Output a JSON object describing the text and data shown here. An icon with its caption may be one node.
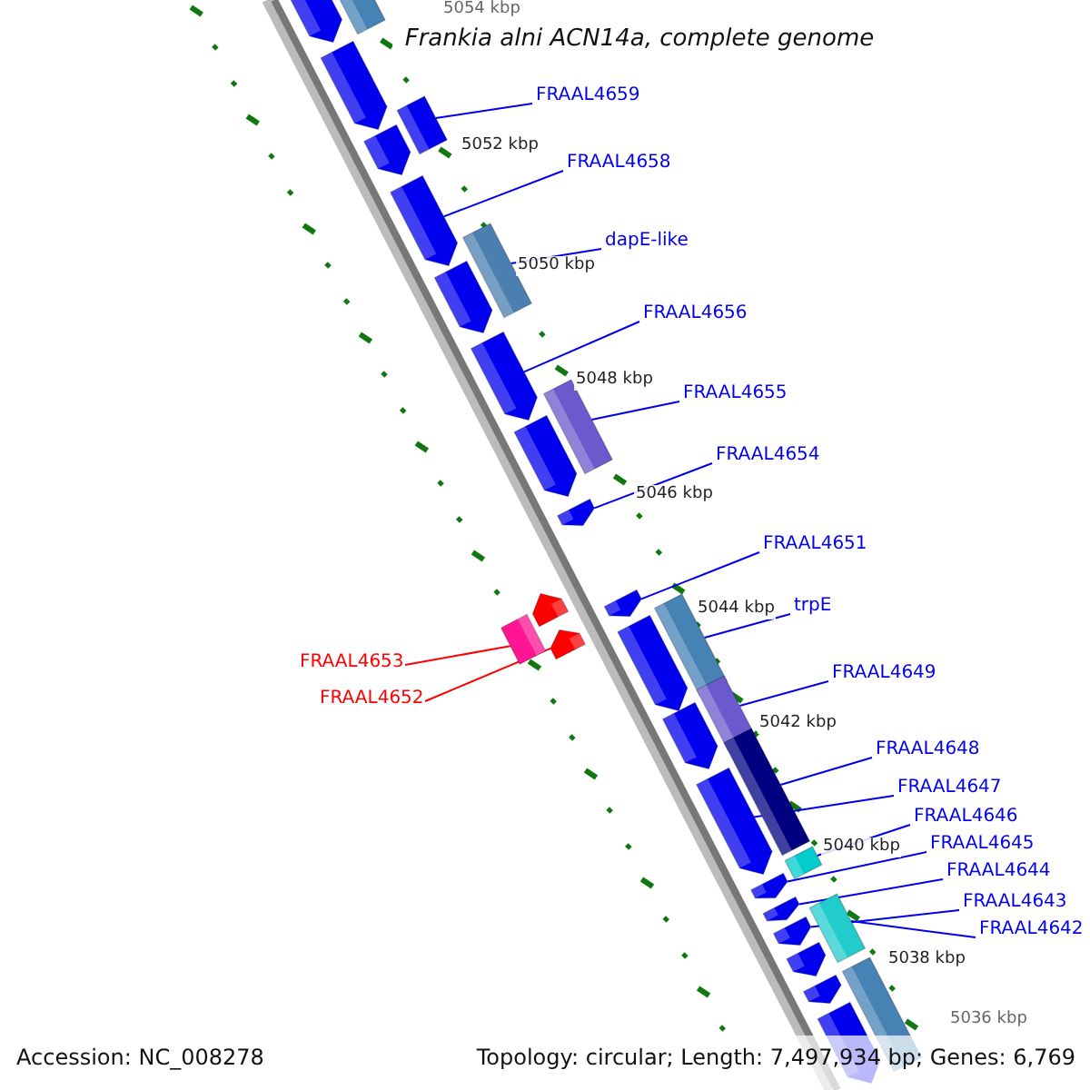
{
  "diagram": {
    "title": "Frankia alni ACN14a, complete genome",
    "nodes": [
      {
        "text": [
          "FRAAL4659"
        ]
      },
      {
        "text": [
          "FRAAL4658"
        ]
      },
      {
        "text": [
          "dapE-like"
        ]
      },
      {
        "text": [
          "FRAAL4656"
        ]
      },
      {
        "text": [
          "FRAAL4655"
        ]
      },
      {
        "text": [
          "FRAAL4654"
        ]
      },
      {
        "text": [
          "FRAAL4651"
        ]
      },
      {
        "text": [
          "trpE"
        ]
      },
      {
        "text": [
          "FRAAL4649"
        ]
      },
      {
        "text": [
          "FRAAL4648"
        ]
      },
      {
        "text": [
          "FRAAL4647"
        ]
      },
      {
        "text": [
          "FRAAL4646"
        ]
      },
      {
        "text": [
          "FRAAL4645"
        ]
      },
      {
        "text": [
          "FRAAL4644"
        ]
      },
      {
        "text": [
          "FRAAL4643"
        ]
      },
      {
        "text": [
          "FRAAL4642"
        ]
      },
      {
        "text": [
          "FRAAL4653"
        ]
      },
      {
        "text": [
          "FRAAL4652"
        ]
      },
      {
        "text": [],
        "shape": "arrow"
      },
      {
        "text": [],
        "shape": "box"
      },
      {
        "text": [],
        "shape": "arrow"
      },
      {
        "text": [],
        "shape": "box"
      },
      {
        "text": [],
        "shape": "arrow"
      },
      {
        "text": [],
        "shape": "arrow"
      },
      {
        "text": [],
        "shape": "box"
      },
      {
        "text": [],
        "shape": "arrow"
      },
      {
        "text": [],
        "shape": "arrow"
      },
      {
        "text": [],
        "shape": "box"
      },
      {
        "text": [],
        "shape": "arrow"
      },
      {
        "text": [],
        "shape": "arrow"
      },
      {
        "text": [],
        "shape": "arrow"
      },
      {
        "text": [],
        "shape": "box"
      },
      {
        "text": [],
        "shape": "arrow"
      },
      {
        "text": [],
        "shape": "arrow"
      },
      {
        "text": [],
        "shape": "box"
      },
      {
        "text": [],
        "shape": "arrow"
      },
      {
        "text": [],
        "shape": "box"
      },
      {
        "text": [],
        "shape": "arrow"
      },
      {
        "text": [],
        "shape": "box"
      },
      {
        "text": [],
        "shape": "arrow"
      },
      {
        "text": [],
        "shape": "box"
      },
      {
        "text": [],
        "shape": "arrow"
      },
      {
        "text": [],
        "shape": "arrow"
      },
      {
        "text": [],
        "shape": "box"
      },
      {
        "text": [],
        "shape": "arrow"
      },
      {
        "text": [],
        "shape": "arrow"
      },
      {
        "text": [],
        "shape": "arrow"
      },
      {
        "text": [],
        "shape": "box"
      },
      {
        "text": [],
        "shape": "arrow"
      }
    ],
    "edges": [
      {
        "from": 0,
        "to": 21,
        "arrow": "none"
      },
      {
        "from": 1,
        "to": 23,
        "arrow": "none"
      },
      {
        "from": 2,
        "to": 24,
        "arrow": "none"
      },
      {
        "from": 3,
        "to": 26,
        "arrow": "none"
      },
      {
        "from": 4,
        "to": 27,
        "arrow": "none"
      },
      {
        "from": 5,
        "to": 29,
        "arrow": "none"
      },
      {
        "from": 6,
        "to": 32,
        "arrow": "none"
      },
      {
        "from": 7,
        "to": 34,
        "arrow": "none"
      },
      {
        "from": 8,
        "to": 36,
        "arrow": "none"
      },
      {
        "from": 9,
        "to": 38,
        "arrow": "none"
      },
      {
        "from": 10,
        "to": 39,
        "arrow": "none"
      },
      {
        "from": 11,
        "to": 40,
        "arrow": "none"
      },
      {
        "from": 12,
        "to": 41,
        "arrow": "none"
      },
      {
        "from": 13,
        "to": 42,
        "arrow": "none"
      },
      {
        "from": 14,
        "to": 44,
        "arrow": "none"
      },
      {
        "from": 15,
        "to": 43,
        "arrow": "none"
      },
      {
        "from": 16,
        "to": 31,
        "arrow": "none",
        "color": "#ff0000"
      },
      {
        "from": 17,
        "to": 33,
        "arrow": "none",
        "color": "#ff0000"
      }
    ],
    "labels": [
      "5054 kbp",
      "5052 kbp",
      "5050 kbp",
      "5048 kbp",
      "5046 kbp",
      "5044 kbp",
      "5042 kbp",
      "5040 kbp",
      "5038 kbp",
      "5036 kbp",
      "Accession: NC_008278",
      "Topology: circular; Length: 7,497,934 bp; Genes: 6,769"
    ]
  }
}
